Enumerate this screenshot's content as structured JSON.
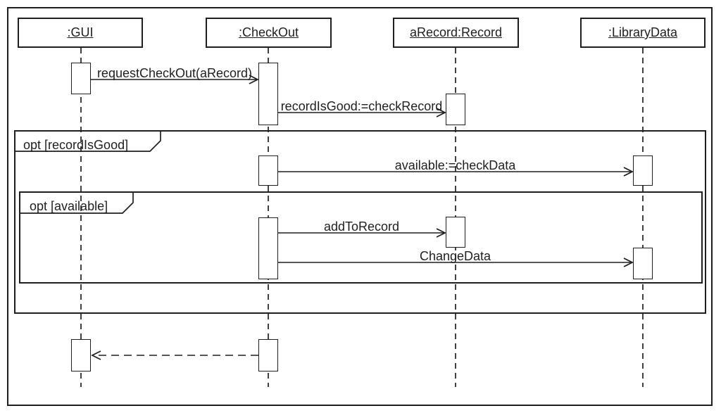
{
  "diagram": {
    "type": "uml-sequence-diagram",
    "colors": {
      "line": "#1f1f1f",
      "background": "#ffffff"
    },
    "lifelines": [
      {
        "name": ":GUI"
      },
      {
        "name": ":CheckOut"
      },
      {
        "name": "aRecord:Record"
      },
      {
        "name": ":LibraryData"
      }
    ],
    "fragments": [
      {
        "operator": "opt",
        "guard": "[recordIsGood]"
      },
      {
        "operator": "opt",
        "guard": "[available]"
      }
    ],
    "messages": [
      {
        "label": "requestCheckOut(aRecord)",
        "from": ":GUI",
        "to": ":CheckOut",
        "style": "solid-open-arrow"
      },
      {
        "label": "recordIsGood:=checkRecord",
        "from": ":CheckOut",
        "to": "aRecord:Record",
        "style": "solid-open-arrow"
      },
      {
        "label": "available:=checkData",
        "from": ":CheckOut",
        "to": ":LibraryData",
        "style": "solid-open-arrow",
        "fragment": "opt [recordIsGood]"
      },
      {
        "label": "addToRecord",
        "from": ":CheckOut",
        "to": "aRecord:Record",
        "style": "solid-open-arrow",
        "fragment": "opt [available]"
      },
      {
        "label": "ChangeData",
        "from": ":CheckOut",
        "to": ":LibraryData",
        "style": "solid-open-arrow",
        "fragment": "opt [available]"
      },
      {
        "label": "",
        "from": ":CheckOut",
        "to": ":GUI",
        "style": "dashed-return"
      }
    ]
  }
}
